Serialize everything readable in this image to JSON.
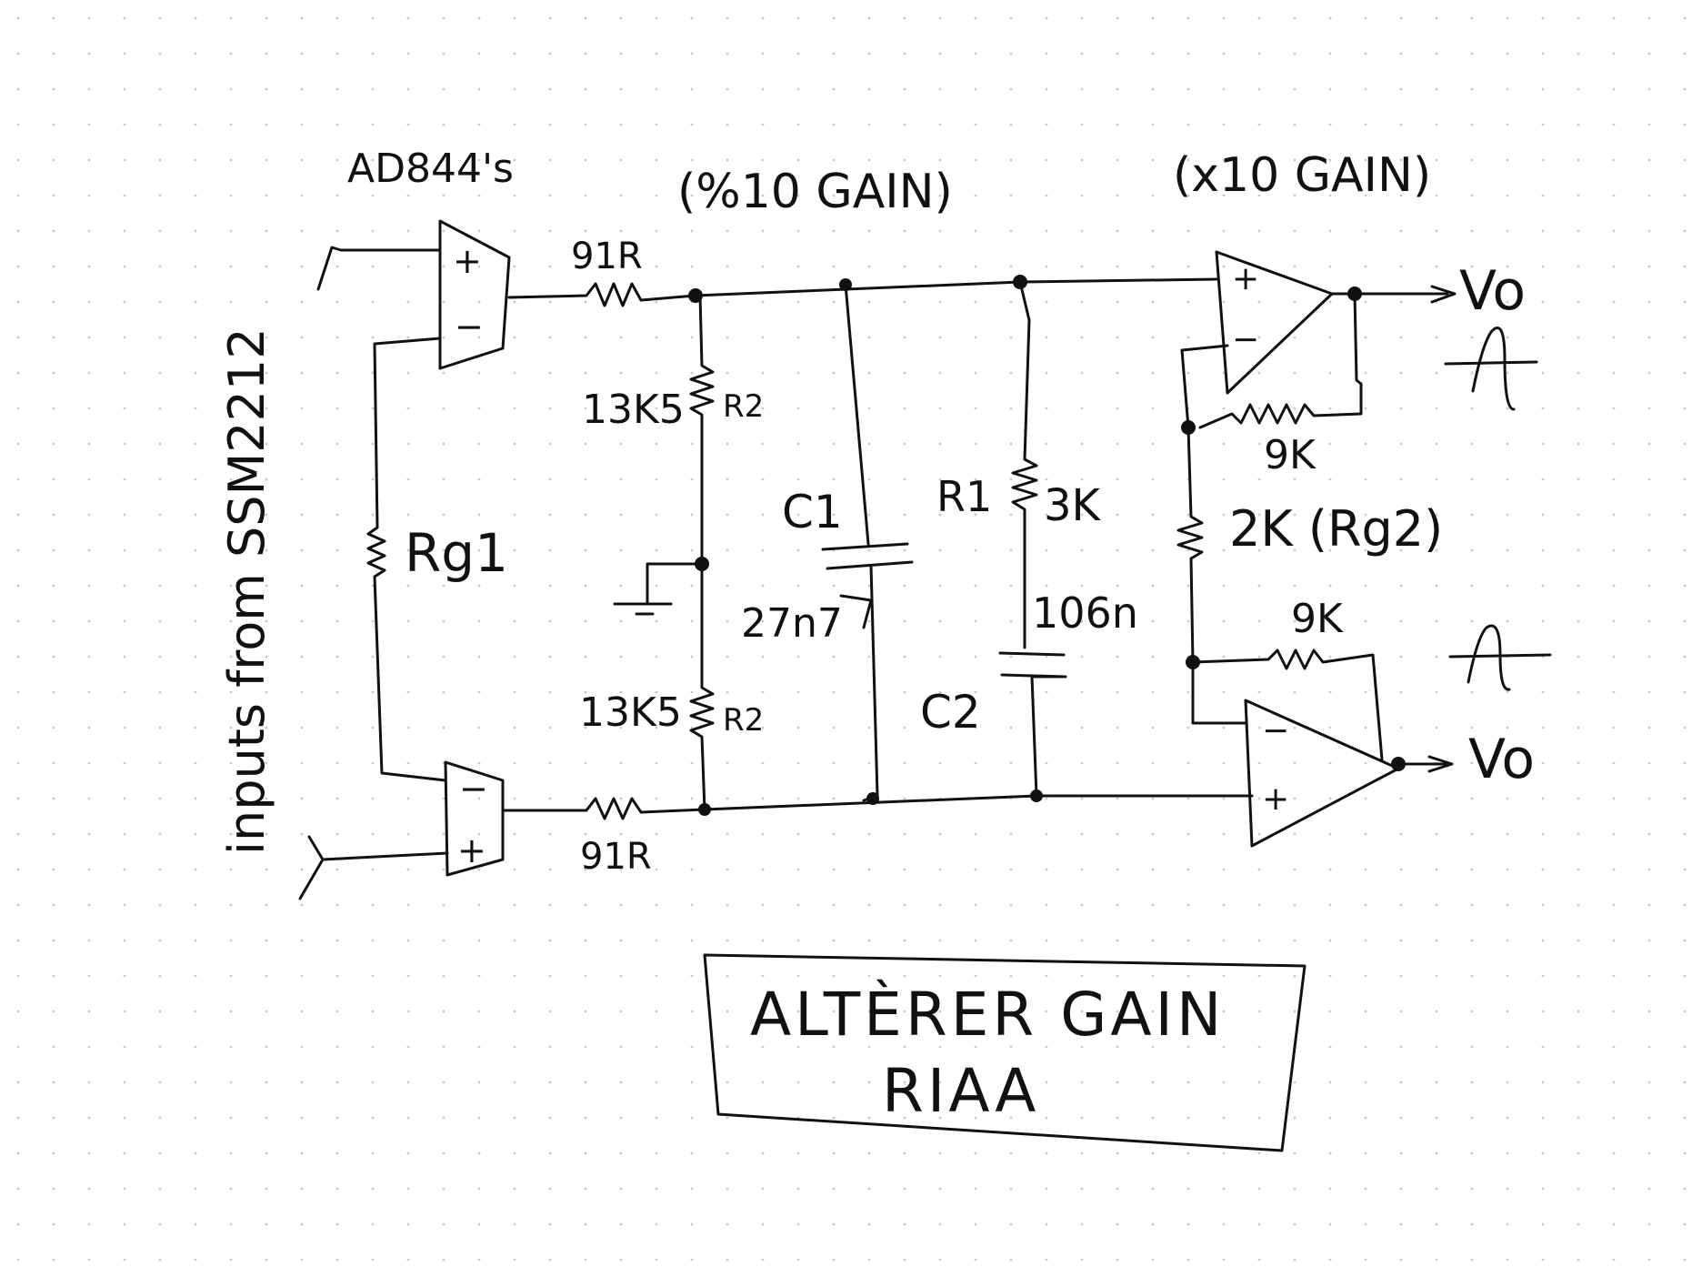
{
  "labels": {
    "opamps": "AD844's",
    "div_gain": "(%10 GAIN)",
    "mul_gain": "(x10 GAIN)",
    "inputs": "inputs from SSM2212",
    "r_in_top": "91R",
    "r_in_bot": "91R",
    "r2_top_val": "13K5",
    "r2_top_name": "R2",
    "r2_bot_val": "13K5",
    "r2_bot_name": "R2",
    "rg1": "Rg1",
    "c1_name": "C1",
    "c1_val": "27n7",
    "r1_name": "R1",
    "r1_val": "3K",
    "c2_val": "106n",
    "c2_name": "C2",
    "fb_top": "9K",
    "rg2": "2K (Rg2)",
    "fb_bot": "9K",
    "vo_top": "Vo",
    "vo_bot": "Vo",
    "plus": "+",
    "minus": "−"
  },
  "title": {
    "line1": "ALTÈRER GAIN",
    "line2": "RIAA"
  },
  "colors": {
    "ink": "#111111",
    "paper": "#ffffff",
    "grid_dot": "#c8c8c8"
  }
}
